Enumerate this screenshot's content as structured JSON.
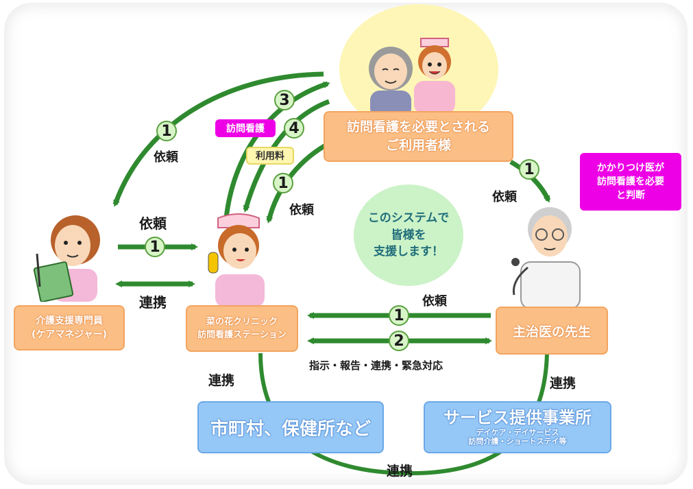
{
  "nodes": {
    "patient": {
      "line1": "訪問看護を必要とされる",
      "line2": "ご利用者様"
    },
    "care_manager": {
      "line1": "介護支援専門員",
      "line2": "(ケアマネジャー)"
    },
    "station": {
      "line1": "菜の花クリニック",
      "line2": "訪問看護ステーション"
    },
    "doctor": "主治医の先生",
    "municipality": "市町村、保健所など",
    "service": {
      "title": "サービス提供事業所",
      "sub1": "デイケア・デイサービス",
      "sub2": "訪問介護・ショートステイ等"
    }
  },
  "center_message": [
    "このシステムで",
    "皆様を",
    "支援します！"
  ],
  "tags": {
    "houmon": "訪問看護",
    "riyouryo": "利用料",
    "doctor_judgement": [
      "かかりつけ医が",
      "訪問看護を必要",
      "と判断"
    ]
  },
  "labels": {
    "irai": "依頼",
    "renkei": "連携",
    "instructions": "指示・報告・連携・緊急対応"
  },
  "step_numbers": [
    "1",
    "2",
    "3",
    "4"
  ],
  "colors": {
    "arrow": "#2f8a2f",
    "orange": "#fbbf86",
    "blue": "#96c8f7",
    "magenta": "#ee00e6",
    "center": "#ccf2c8"
  }
}
